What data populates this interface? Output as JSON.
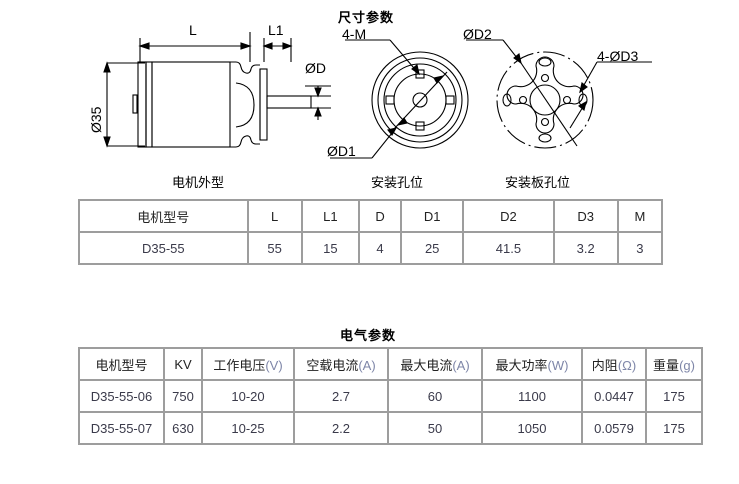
{
  "drawings": {
    "title": "尺寸参数",
    "views": [
      {
        "name": "motor-profile",
        "caption": "电机外型",
        "labels": {
          "length": "L",
          "length1": "L1",
          "body_dia": "Ø35",
          "shaft_dia": "ØD"
        }
      },
      {
        "name": "mounting-holes",
        "caption": "安装孔位",
        "labels": {
          "screws": "4-M",
          "bolt_circle": "ØD1"
        }
      },
      {
        "name": "mounting-plate-holes",
        "caption": "安装板孔位",
        "labels": {
          "plate_circle": "ØD2",
          "plate_holes": "4-ØD3"
        }
      }
    ]
  },
  "dimension_table": {
    "headers": [
      "电机型号",
      "L",
      "L1",
      "D",
      "D1",
      "D2",
      "D3",
      "M"
    ],
    "rows": [
      [
        "D35-55",
        "55",
        "15",
        "4",
        "25",
        "41.5",
        "3.2",
        "3"
      ]
    ]
  },
  "electrical_table": {
    "title": "电气参数",
    "headers": [
      {
        "text": "电机型号",
        "unit": ""
      },
      {
        "text": "KV",
        "unit": ""
      },
      {
        "text": "工作电压",
        "unit": "(V)"
      },
      {
        "text": "空载电流",
        "unit": "(A)"
      },
      {
        "text": "最大电流",
        "unit": "(A)"
      },
      {
        "text": "最大功率",
        "unit": "(W)"
      },
      {
        "text": "内阻",
        "unit": "(Ω)"
      },
      {
        "text": "重量",
        "unit": "(g)"
      }
    ],
    "rows": [
      [
        "D35-55-06",
        "750",
        "10-20",
        "2.7",
        "60",
        "1100",
        "0.0447",
        "175"
      ],
      [
        "D35-55-07",
        "630",
        "10-25",
        "2.2",
        "50",
        "1050",
        "0.0579",
        "175"
      ]
    ]
  }
}
